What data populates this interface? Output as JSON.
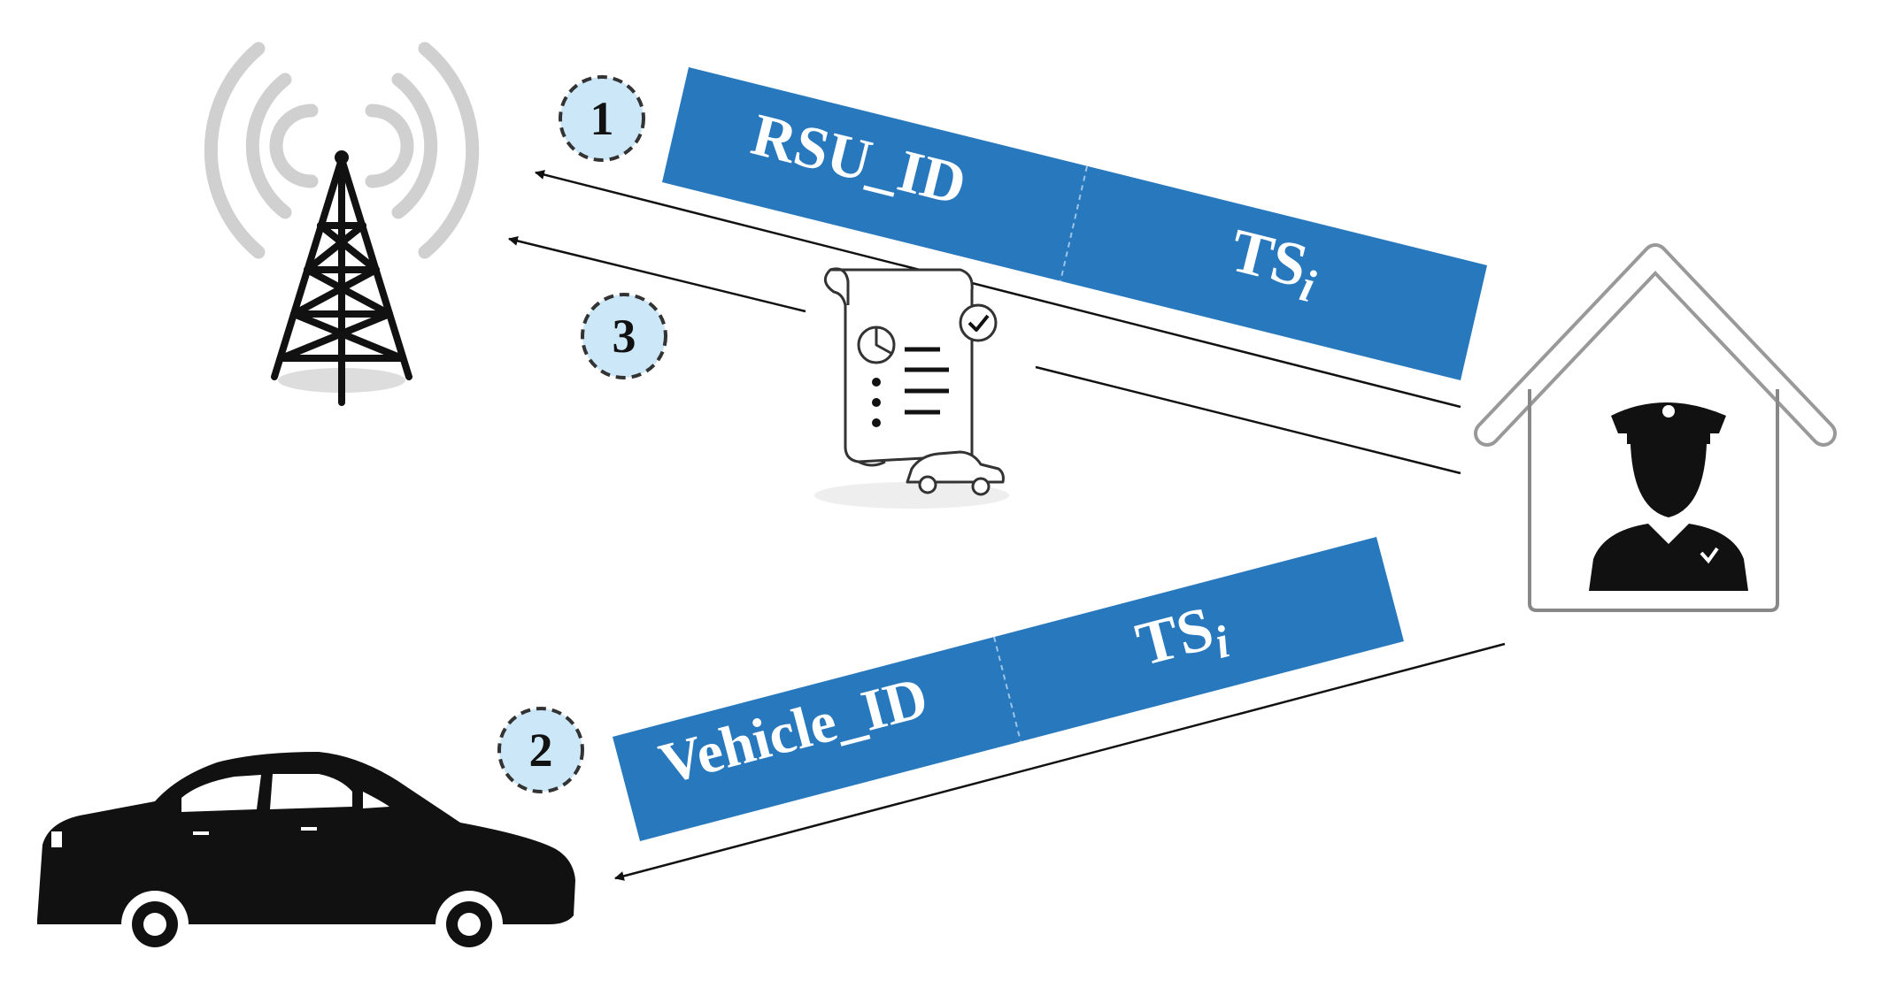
{
  "messages": {
    "rsu": {
      "id_label": "RSU_ID",
      "ts_label": "TS",
      "ts_subscript": "i"
    },
    "vehicle": {
      "id_label": "Vehicle_ID",
      "ts_label": "TS",
      "ts_subscript": "i"
    }
  },
  "steps": [
    "1",
    "2",
    "3"
  ],
  "colors": {
    "message_box": "#2878BE",
    "step_badge": "#CCE7F7",
    "tower_waves": "#D0D0D0",
    "icon": "#111111"
  },
  "icons": {
    "tower": "radio-tower-icon",
    "authority": "police-station-icon",
    "vehicle": "car-icon",
    "certificate": "vehicle-certificate-icon"
  }
}
